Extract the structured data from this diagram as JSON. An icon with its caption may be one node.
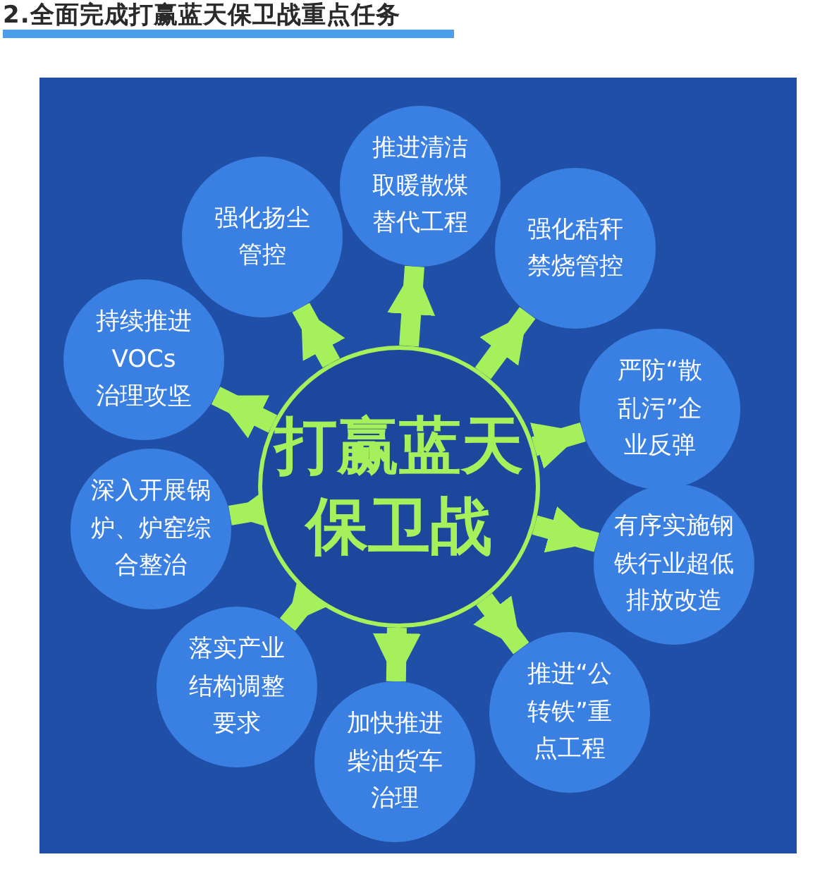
{
  "diagram": {
    "title": "2.全面完成打赢蓝天保卫战重点任务",
    "nodes": [
      {
        "text": [
          "打赢蓝天保卫战"
        ]
      },
      {
        "text": [
          "推进清洁取暖散煤替代工程"
        ]
      },
      {
        "text": [
          "强化秸秆禁烧管控"
        ]
      },
      {
        "text": [
          "严防“散乱污”企业反弹"
        ]
      },
      {
        "text": [
          "有序实施钢铁行业超低排放改造"
        ]
      },
      {
        "text": [
          "推进“公转铁”重点工程"
        ]
      },
      {
        "text": [
          "加快推进柴油货车治理"
        ]
      },
      {
        "text": [
          "落实产业结构调整要求"
        ]
      },
      {
        "text": [
          "深入开展锅炉、炉窑综合整治"
        ]
      },
      {
        "text": [
          "持续推进VOCs治理攻坚"
        ]
      },
      {
        "text": [
          "强化扬尘管控"
        ]
      }
    ],
    "edges": [
      {
        "from": 0,
        "to": 1,
        "arrow": "to"
      },
      {
        "from": 0,
        "to": 2,
        "arrow": "to"
      },
      {
        "from": 0,
        "to": 3,
        "arrow": "to"
      },
      {
        "from": 0,
        "to": 4,
        "arrow": "to"
      },
      {
        "from": 0,
        "to": 5,
        "arrow": "to"
      },
      {
        "from": 0,
        "to": 6,
        "arrow": "to"
      },
      {
        "from": 0,
        "to": 7,
        "arrow": "to"
      },
      {
        "from": 0,
        "to": 8,
        "arrow": "to"
      },
      {
        "from": 0,
        "to": 9,
        "arrow": "to"
      },
      {
        "from": 0,
        "to": 10,
        "arrow": "to"
      }
    ]
  }
}
